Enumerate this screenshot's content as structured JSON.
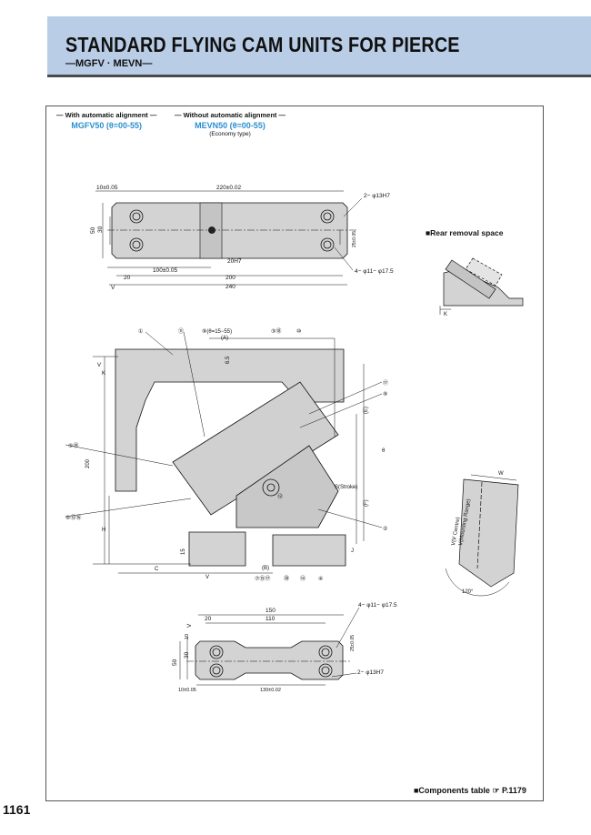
{
  "header": {
    "title": "STANDARD FLYING CAM UNITS FOR PIERCE",
    "subtitle": "—MGFV · MEVN—"
  },
  "variants": [
    {
      "label": "— With automatic alignment —",
      "code": "MGFV50 (θ=00-55)",
      "note": ""
    },
    {
      "label": "— Without automatic alignment —",
      "code": "MEVN50 (θ=00-55)",
      "note": "(Economy type)"
    }
  ],
  "top_plate": {
    "dims": [
      "10±0.05",
      "220±0.02",
      "2− φ13H7",
      "50",
      "30",
      "25±0.05",
      "20H7",
      "100±0.05",
      "20",
      "200",
      "240",
      "4− φ11− φ17.5",
      "V"
    ]
  },
  "main_view": {
    "callouts": [
      "①",
      "⑪",
      "⑨(θ=15−55)",
      "③⑱",
      "⑩",
      "(A)",
      "6.5",
      "K",
      "V",
      "(E)",
      "⑰",
      "⑧",
      "⑤⑲",
      "θ",
      "200",
      "S(Stroke)",
      "(F)",
      "⑥⑬⑯",
      "H",
      "⑫",
      "②",
      "15",
      "J",
      "C",
      "(B)",
      "⑦⑮⑰",
      "⑳",
      "⑭",
      "④",
      "V"
    ]
  },
  "bottom_plate": {
    "dims": [
      "150",
      "4− φ11− φ17.5",
      "20",
      "110",
      "V",
      "10",
      "30",
      "50",
      "25±0.05",
      "2− φ13H7",
      "10±0.05",
      "130±0.02"
    ]
  },
  "rear_removal": {
    "label": "■Rear removal space",
    "marks": [
      "K"
    ]
  },
  "mount_view": {
    "labels": [
      "W",
      "V(V Centre)",
      "V(Mounting Range)",
      "120°"
    ]
  },
  "footer": {
    "components_ref": "■Components table ☞ P.1179",
    "page_number": "1161"
  },
  "colors": {
    "header_band": "#b9cde6",
    "accent_blue": "#2c8fd0",
    "part_fill": "#d3d3d3"
  }
}
